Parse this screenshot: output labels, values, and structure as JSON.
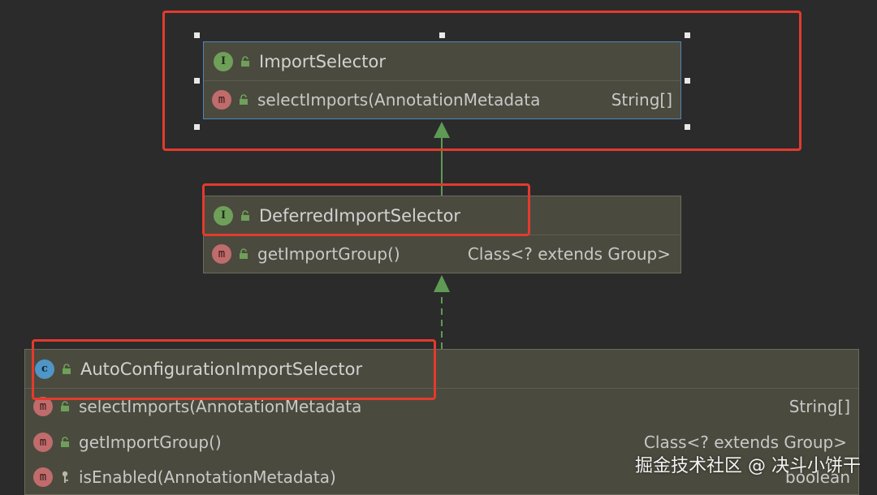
{
  "diagram": {
    "nodes": {
      "import_selector": {
        "kind": "interface",
        "badge": "I",
        "name": "ImportSelector",
        "methods": [
          {
            "badge": "m",
            "signature": "selectImports(AnnotationMetadata",
            "returns": "String[]",
            "visibility": "public"
          }
        ]
      },
      "deferred": {
        "kind": "interface",
        "badge": "I",
        "name": "DeferredImportSelector",
        "methods": [
          {
            "badge": "m",
            "signature": "getImportGroup()",
            "returns": "Class<? extends Group>",
            "visibility": "public"
          }
        ]
      },
      "auto_config": {
        "kind": "class",
        "badge": "c",
        "name": "AutoConfigurationImportSelector",
        "methods": [
          {
            "badge": "m",
            "signature": "selectImports(AnnotationMetadata",
            "returns": "String[]",
            "visibility": "public"
          },
          {
            "badge": "m",
            "signature": "getImportGroup()",
            "returns": "Class<? extends Group>",
            "visibility": "public"
          },
          {
            "badge": "m",
            "signature": "isEnabled(AnnotationMetadata)",
            "returns": "boolean",
            "visibility": "protected"
          }
        ]
      }
    },
    "edges": [
      {
        "from": "deferred",
        "to": "import_selector",
        "type": "extends",
        "style": "solid"
      },
      {
        "from": "auto_config",
        "to": "deferred",
        "type": "implements",
        "style": "dashed"
      }
    ],
    "colors": {
      "background": "#2b2b2b",
      "node_fill": "#4b4a3e",
      "arrow": "#5f9a55",
      "highlight": "#e33b2e",
      "selection": "#4f86b8"
    }
  },
  "watermark": "掘金技术社区 @ 决斗小饼干"
}
